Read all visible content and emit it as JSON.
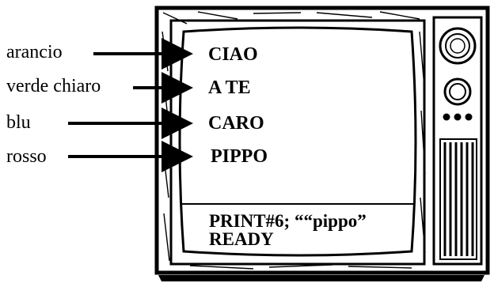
{
  "labels": [
    {
      "color_name": "arancio",
      "screen_text": "CIAO"
    },
    {
      "color_name": "verde chiaro",
      "screen_text": "A TE"
    },
    {
      "color_name": "blu",
      "screen_text": "CARO"
    },
    {
      "color_name": "rosso",
      "screen_text": "PIPPO"
    }
  ],
  "console": {
    "command": "PRINT#6; ““pippo”",
    "status": "READY"
  },
  "colors": {
    "ink": "#000000",
    "paper": "#ffffff"
  },
  "icons": [
    "tv-dial-icon",
    "tv-knob-icon",
    "tv-speaker-grille-icon"
  ]
}
